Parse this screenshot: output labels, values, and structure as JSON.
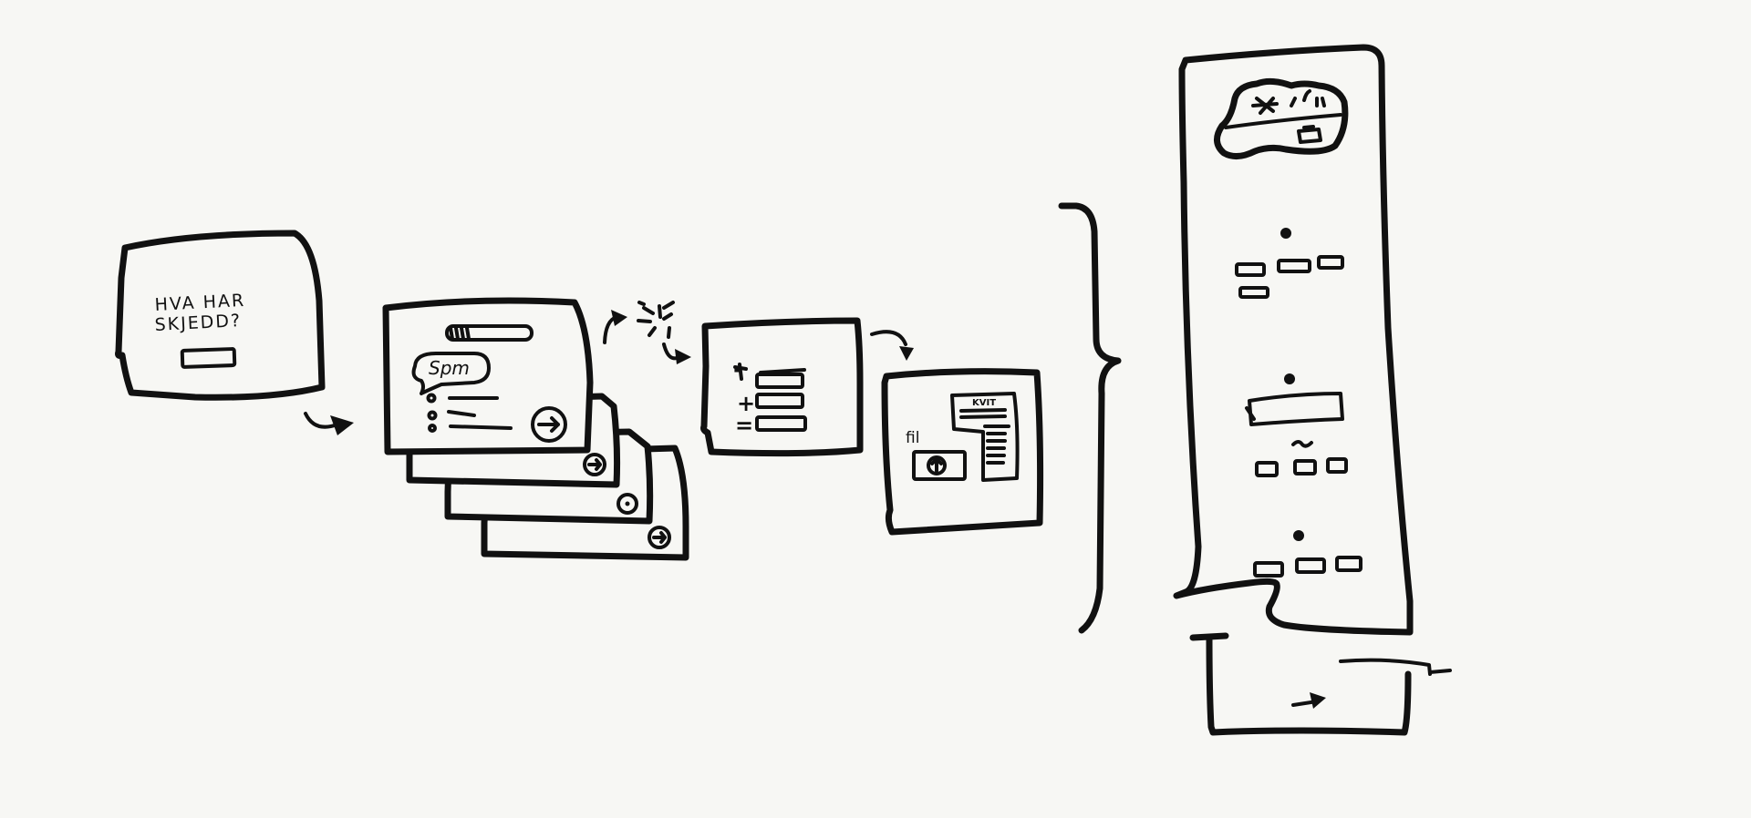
{
  "screen1": {
    "line1": "HVA HAR",
    "line2": "SKJEDD?"
  },
  "screen2": {
    "bubble": "Spm"
  },
  "screen4": {
    "file_label": "fil",
    "receipt_title": "KVIT"
  },
  "symbols": {
    "minus": "-",
    "plus": "+",
    "equals": "="
  }
}
